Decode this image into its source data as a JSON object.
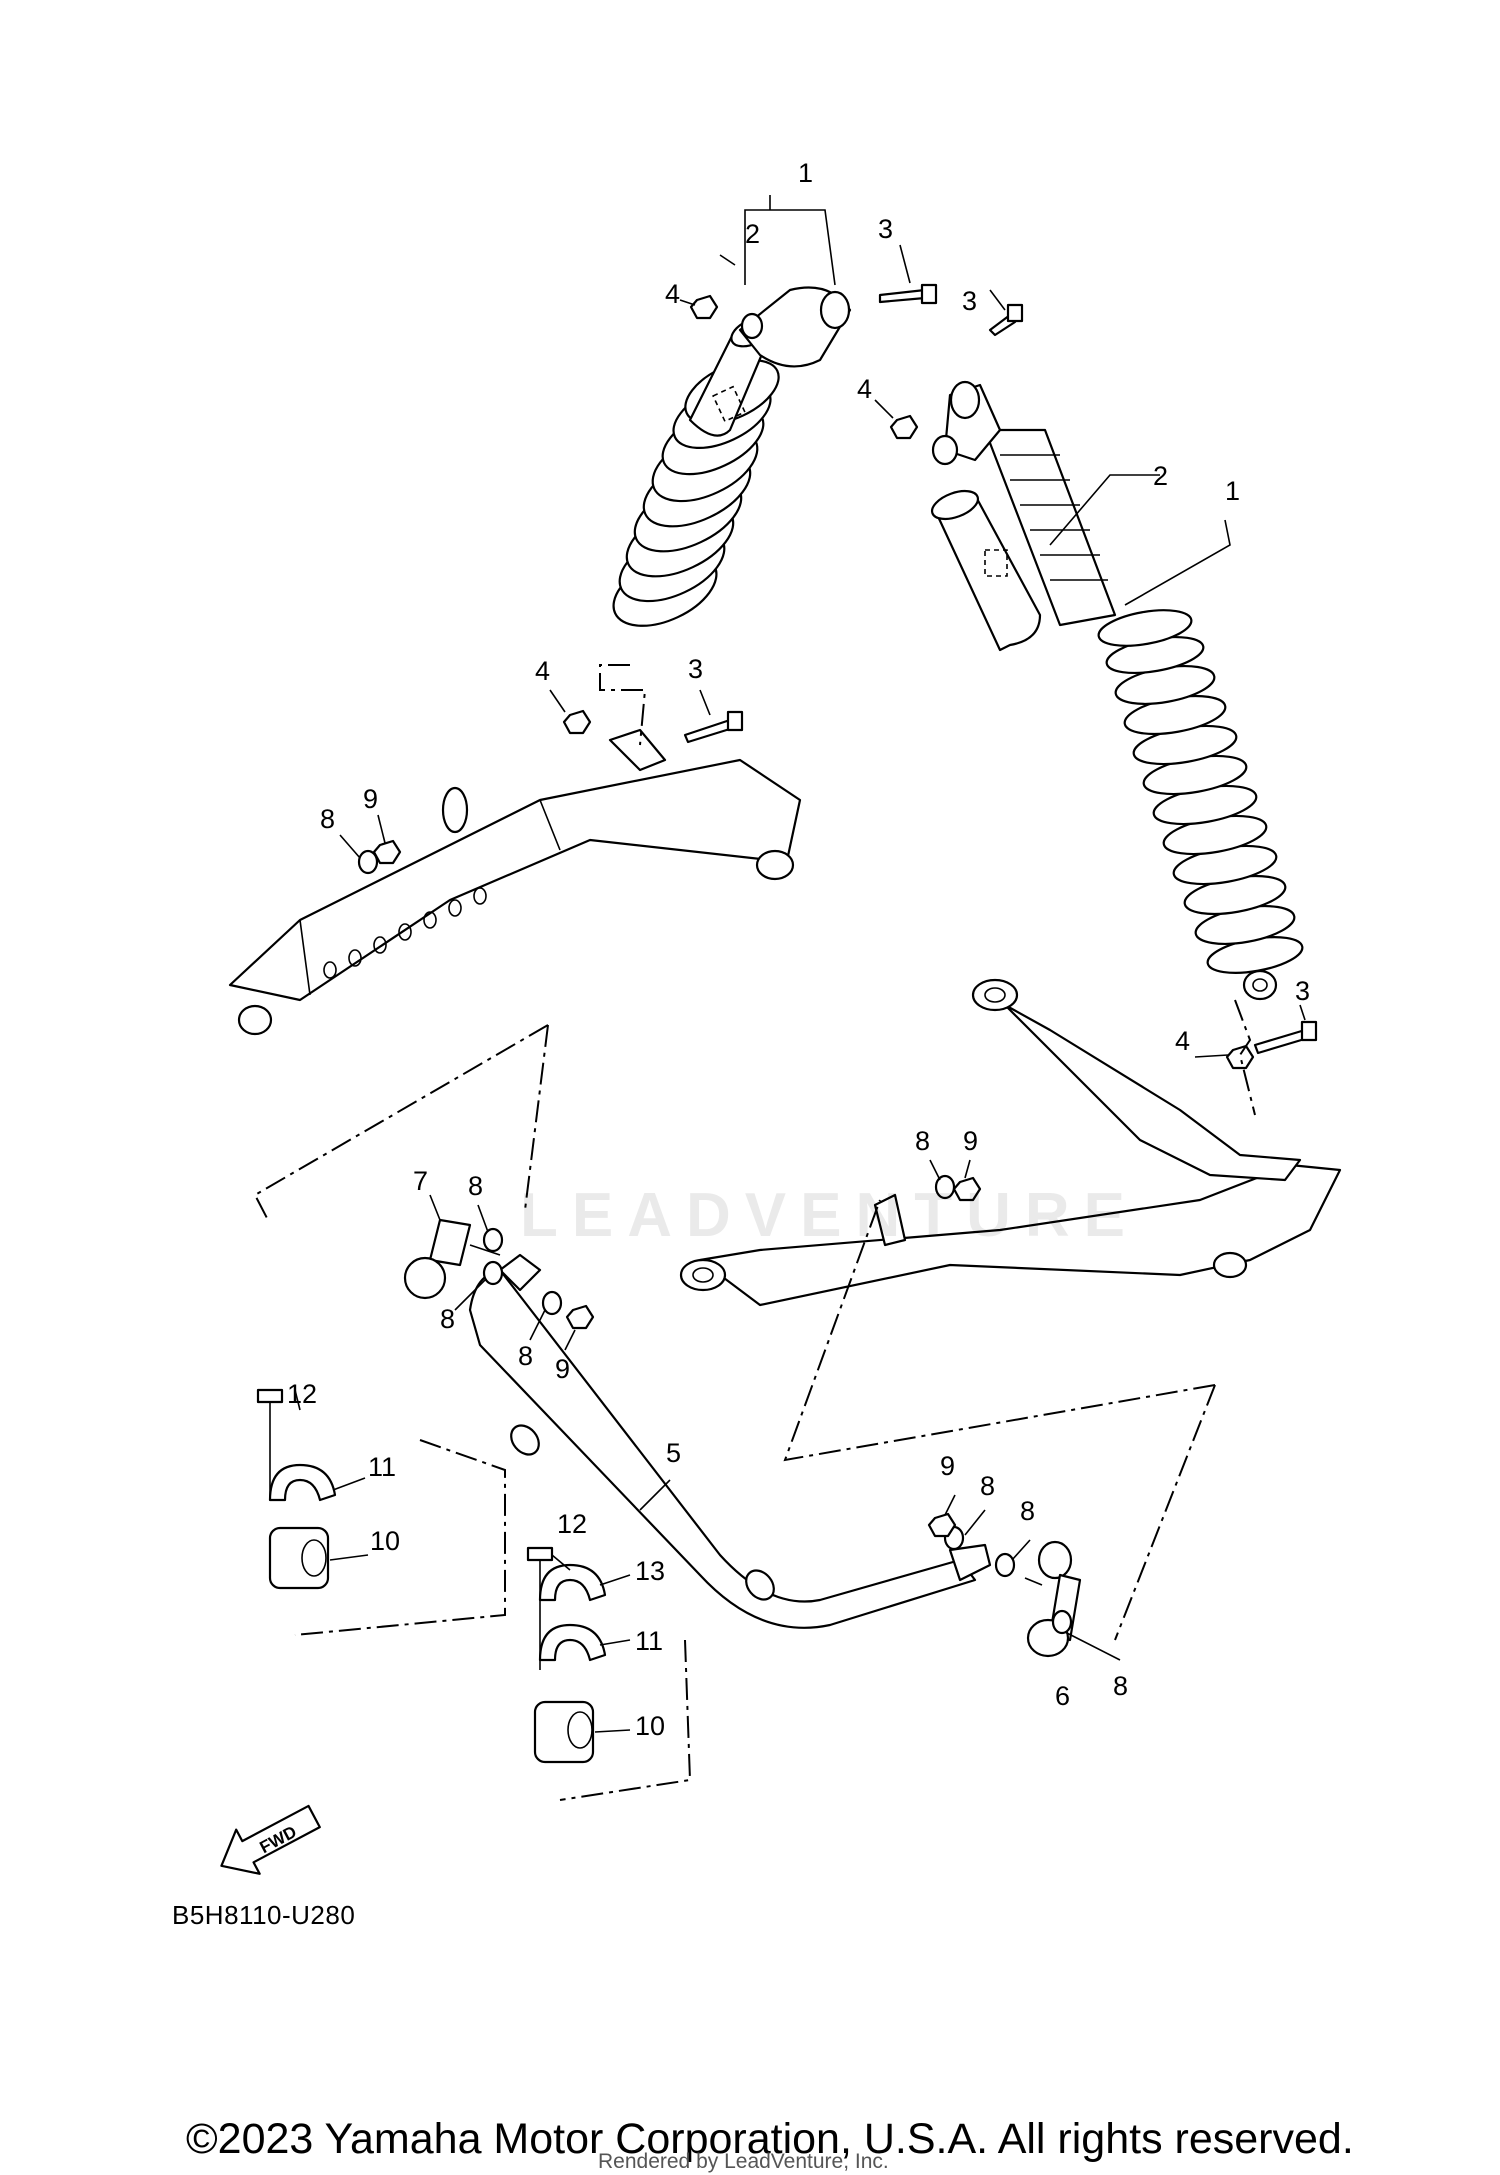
{
  "diagram_code": "B5H8110-U280",
  "copyright": "©2023 Yamaha Motor Corporation, U.S.A. All rights reserved.",
  "rendered_by": "Rendered by LeadVenture, Inc.",
  "watermark": "LEADVENTURE",
  "fwd_label": "FWD",
  "callouts": {
    "c1a": "1",
    "c2a": "2",
    "c3a": "3",
    "c4a": "4",
    "c3b": "3",
    "c4b": "4",
    "c2b": "2",
    "c1b": "1",
    "c4c": "4",
    "c3c": "3",
    "c8a": "8",
    "c9a": "9",
    "c3d": "3",
    "c4d": "4",
    "c8b": "8",
    "c9b": "9",
    "c7": "7",
    "c8c": "8",
    "c8d": "8",
    "c8e": "8",
    "c9c": "9",
    "c12a": "12",
    "c11a": "11",
    "c10a": "10",
    "c5": "5",
    "c9d": "9",
    "c8f": "8",
    "c8g": "8",
    "c12b": "12",
    "c13": "13",
    "c11b": "11",
    "c10b": "10",
    "c6": "6",
    "c8h": "8"
  }
}
